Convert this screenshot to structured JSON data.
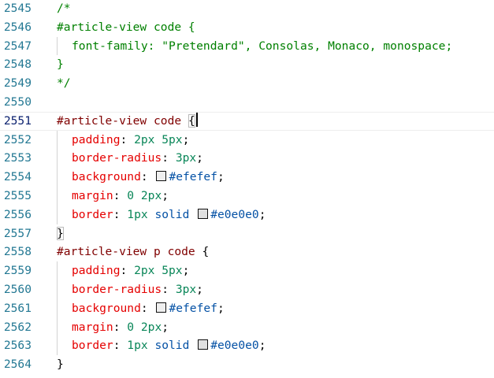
{
  "editor": {
    "lines": [
      {
        "num": "2545",
        "indent": 0,
        "tokens": [
          {
            "t": "/*",
            "c": "comment"
          }
        ]
      },
      {
        "num": "2546",
        "indent": 0,
        "tokens": [
          {
            "t": "#article-view code {",
            "c": "comment"
          }
        ]
      },
      {
        "num": "2547",
        "indent": 1,
        "tokens": [
          {
            "t": "font-family: \"Pretendard\", Consolas, Monaco, monospace;",
            "c": "comment"
          }
        ]
      },
      {
        "num": "2548",
        "indent": 0,
        "tokens": [
          {
            "t": "}",
            "c": "comment"
          }
        ]
      },
      {
        "num": "2549",
        "indent": 0,
        "tokens": [
          {
            "t": "*/",
            "c": "comment"
          }
        ]
      },
      {
        "num": "2550",
        "indent": 0,
        "tokens": []
      },
      {
        "num": "2551",
        "indent": 0,
        "current": true,
        "tokens": [
          {
            "t": "#article-view code ",
            "c": "selector"
          },
          {
            "t": "{",
            "c": "punct",
            "match": true
          },
          {
            "cursor": true
          }
        ]
      },
      {
        "num": "2552",
        "indent": 1,
        "tokens": [
          {
            "t": "padding",
            "c": "prop"
          },
          {
            "t": ": ",
            "c": "punct"
          },
          {
            "t": "2px 5px",
            "c": "num"
          },
          {
            "t": ";",
            "c": "punct"
          }
        ]
      },
      {
        "num": "2553",
        "indent": 1,
        "tokens": [
          {
            "t": "border-radius",
            "c": "prop"
          },
          {
            "t": ": ",
            "c": "punct"
          },
          {
            "t": "3px",
            "c": "num"
          },
          {
            "t": ";",
            "c": "punct"
          }
        ]
      },
      {
        "num": "2554",
        "indent": 1,
        "tokens": [
          {
            "t": "background",
            "c": "prop"
          },
          {
            "t": ": ",
            "c": "punct"
          },
          {
            "swatch": "#efefef"
          },
          {
            "t": "#efefef",
            "c": "hex"
          },
          {
            "t": ";",
            "c": "punct"
          }
        ]
      },
      {
        "num": "2555",
        "indent": 1,
        "tokens": [
          {
            "t": "margin",
            "c": "prop"
          },
          {
            "t": ": ",
            "c": "punct"
          },
          {
            "t": "0 2px",
            "c": "num"
          },
          {
            "t": ";",
            "c": "punct"
          }
        ]
      },
      {
        "num": "2556",
        "indent": 1,
        "tokens": [
          {
            "t": "border",
            "c": "prop"
          },
          {
            "t": ": ",
            "c": "punct"
          },
          {
            "t": "1px",
            "c": "num"
          },
          {
            "t": " ",
            "c": "punct"
          },
          {
            "t": "solid",
            "c": "kw"
          },
          {
            "t": " ",
            "c": "punct"
          },
          {
            "swatch": "#e0e0e0"
          },
          {
            "t": "#e0e0e0",
            "c": "hex"
          },
          {
            "t": ";",
            "c": "punct"
          }
        ]
      },
      {
        "num": "2557",
        "indent": 0,
        "tokens": [
          {
            "t": "}",
            "c": "punct",
            "match": true
          }
        ]
      },
      {
        "num": "2558",
        "indent": 0,
        "tokens": [
          {
            "t": "#article-view p code ",
            "c": "selector"
          },
          {
            "t": "{",
            "c": "punct"
          }
        ]
      },
      {
        "num": "2559",
        "indent": 1,
        "tokens": [
          {
            "t": "padding",
            "c": "prop"
          },
          {
            "t": ": ",
            "c": "punct"
          },
          {
            "t": "2px 5px",
            "c": "num"
          },
          {
            "t": ";",
            "c": "punct"
          }
        ]
      },
      {
        "num": "2560",
        "indent": 1,
        "tokens": [
          {
            "t": "border-radius",
            "c": "prop"
          },
          {
            "t": ": ",
            "c": "punct"
          },
          {
            "t": "3px",
            "c": "num"
          },
          {
            "t": ";",
            "c": "punct"
          }
        ]
      },
      {
        "num": "2561",
        "indent": 1,
        "tokens": [
          {
            "t": "background",
            "c": "prop"
          },
          {
            "t": ": ",
            "c": "punct"
          },
          {
            "swatch": "#efefef"
          },
          {
            "t": "#efefef",
            "c": "hex"
          },
          {
            "t": ";",
            "c": "punct"
          }
        ]
      },
      {
        "num": "2562",
        "indent": 1,
        "tokens": [
          {
            "t": "margin",
            "c": "prop"
          },
          {
            "t": ": ",
            "c": "punct"
          },
          {
            "t": "0 2px",
            "c": "num"
          },
          {
            "t": ";",
            "c": "punct"
          }
        ]
      },
      {
        "num": "2563",
        "indent": 1,
        "tokens": [
          {
            "t": "border",
            "c": "prop"
          },
          {
            "t": ": ",
            "c": "punct"
          },
          {
            "t": "1px",
            "c": "num"
          },
          {
            "t": " ",
            "c": "punct"
          },
          {
            "t": "solid",
            "c": "kw"
          },
          {
            "t": " ",
            "c": "punct"
          },
          {
            "swatch": "#e0e0e0"
          },
          {
            "t": "#e0e0e0",
            "c": "hex"
          },
          {
            "t": ";",
            "c": "punct"
          }
        ]
      },
      {
        "num": "2564",
        "indent": 0,
        "tokens": [
          {
            "t": "}",
            "c": "punct"
          }
        ]
      }
    ]
  }
}
